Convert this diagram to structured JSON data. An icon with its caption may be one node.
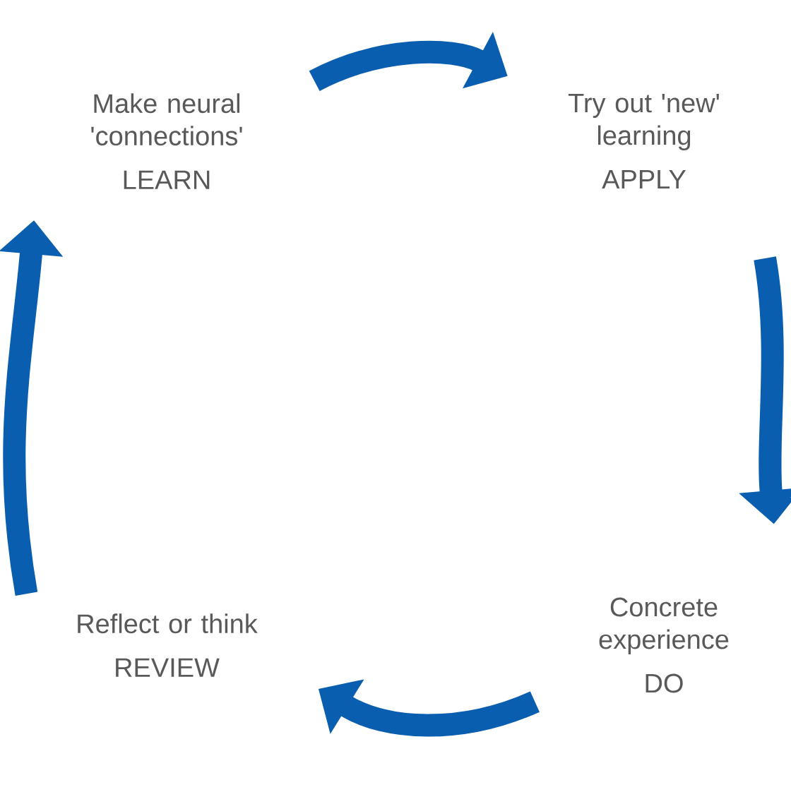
{
  "diagram": {
    "nodes": [
      {
        "text": [
          "Make neural 'connections'",
          "LEARN"
        ]
      },
      {
        "text": [
          "Try out 'new' learning",
          "APPLY"
        ]
      },
      {
        "text": [
          "Concrete experience",
          "DO"
        ]
      },
      {
        "text": [
          "Reflect or think",
          "REVIEW"
        ]
      }
    ],
    "edges": [
      {
        "from": 0,
        "to": 1,
        "arrow": "to"
      },
      {
        "from": 1,
        "to": 2,
        "arrow": "to"
      },
      {
        "from": 2,
        "to": 3,
        "arrow": "to"
      },
      {
        "from": 3,
        "to": 0,
        "arrow": "to"
      }
    ]
  }
}
